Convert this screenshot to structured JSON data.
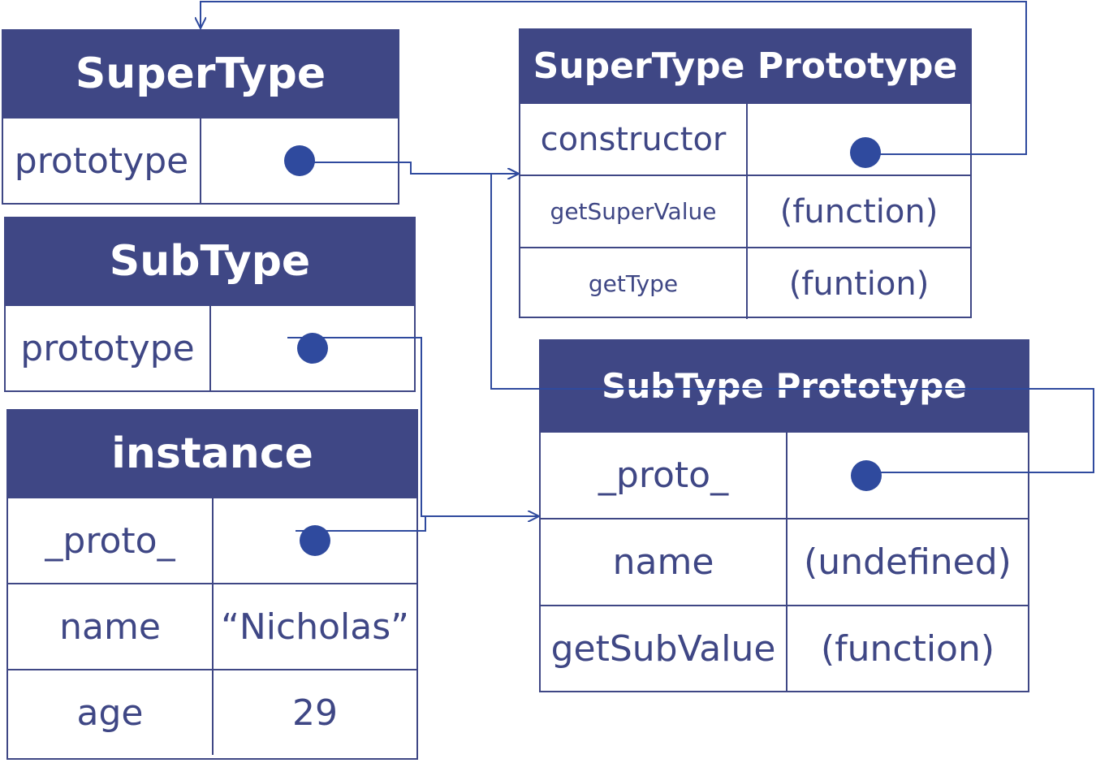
{
  "colors": {
    "header": "#3f4785",
    "text": "#3f4785",
    "dot": "#2f4a9e",
    "line": "#2f4a9e"
  },
  "supertype": {
    "title": "SuperType",
    "rows": [
      {
        "key": "prototype",
        "value": ""
      }
    ]
  },
  "subtype": {
    "title": "SubType",
    "rows": [
      {
        "key": "prototype",
        "value": ""
      }
    ]
  },
  "instance": {
    "title": "instance",
    "rows": [
      {
        "key": "_proto_",
        "value": ""
      },
      {
        "key": "name",
        "value": "“Nicholas”"
      },
      {
        "key": "age",
        "value": "29"
      }
    ]
  },
  "supertype_prototype": {
    "title": "SuperType Prototype",
    "rows": [
      {
        "key": "constructor",
        "value": ""
      },
      {
        "key": "getSuperValue",
        "value": "(function)"
      },
      {
        "key": "getType",
        "value": "(funtion)"
      }
    ]
  },
  "subtype_prototype": {
    "title": "SubType Prototype",
    "rows": [
      {
        "key": "_proto_",
        "value": ""
      },
      {
        "key": "name",
        "value": "(undefined)"
      },
      {
        "key": "getSubValue",
        "value": "(function)"
      }
    ]
  }
}
